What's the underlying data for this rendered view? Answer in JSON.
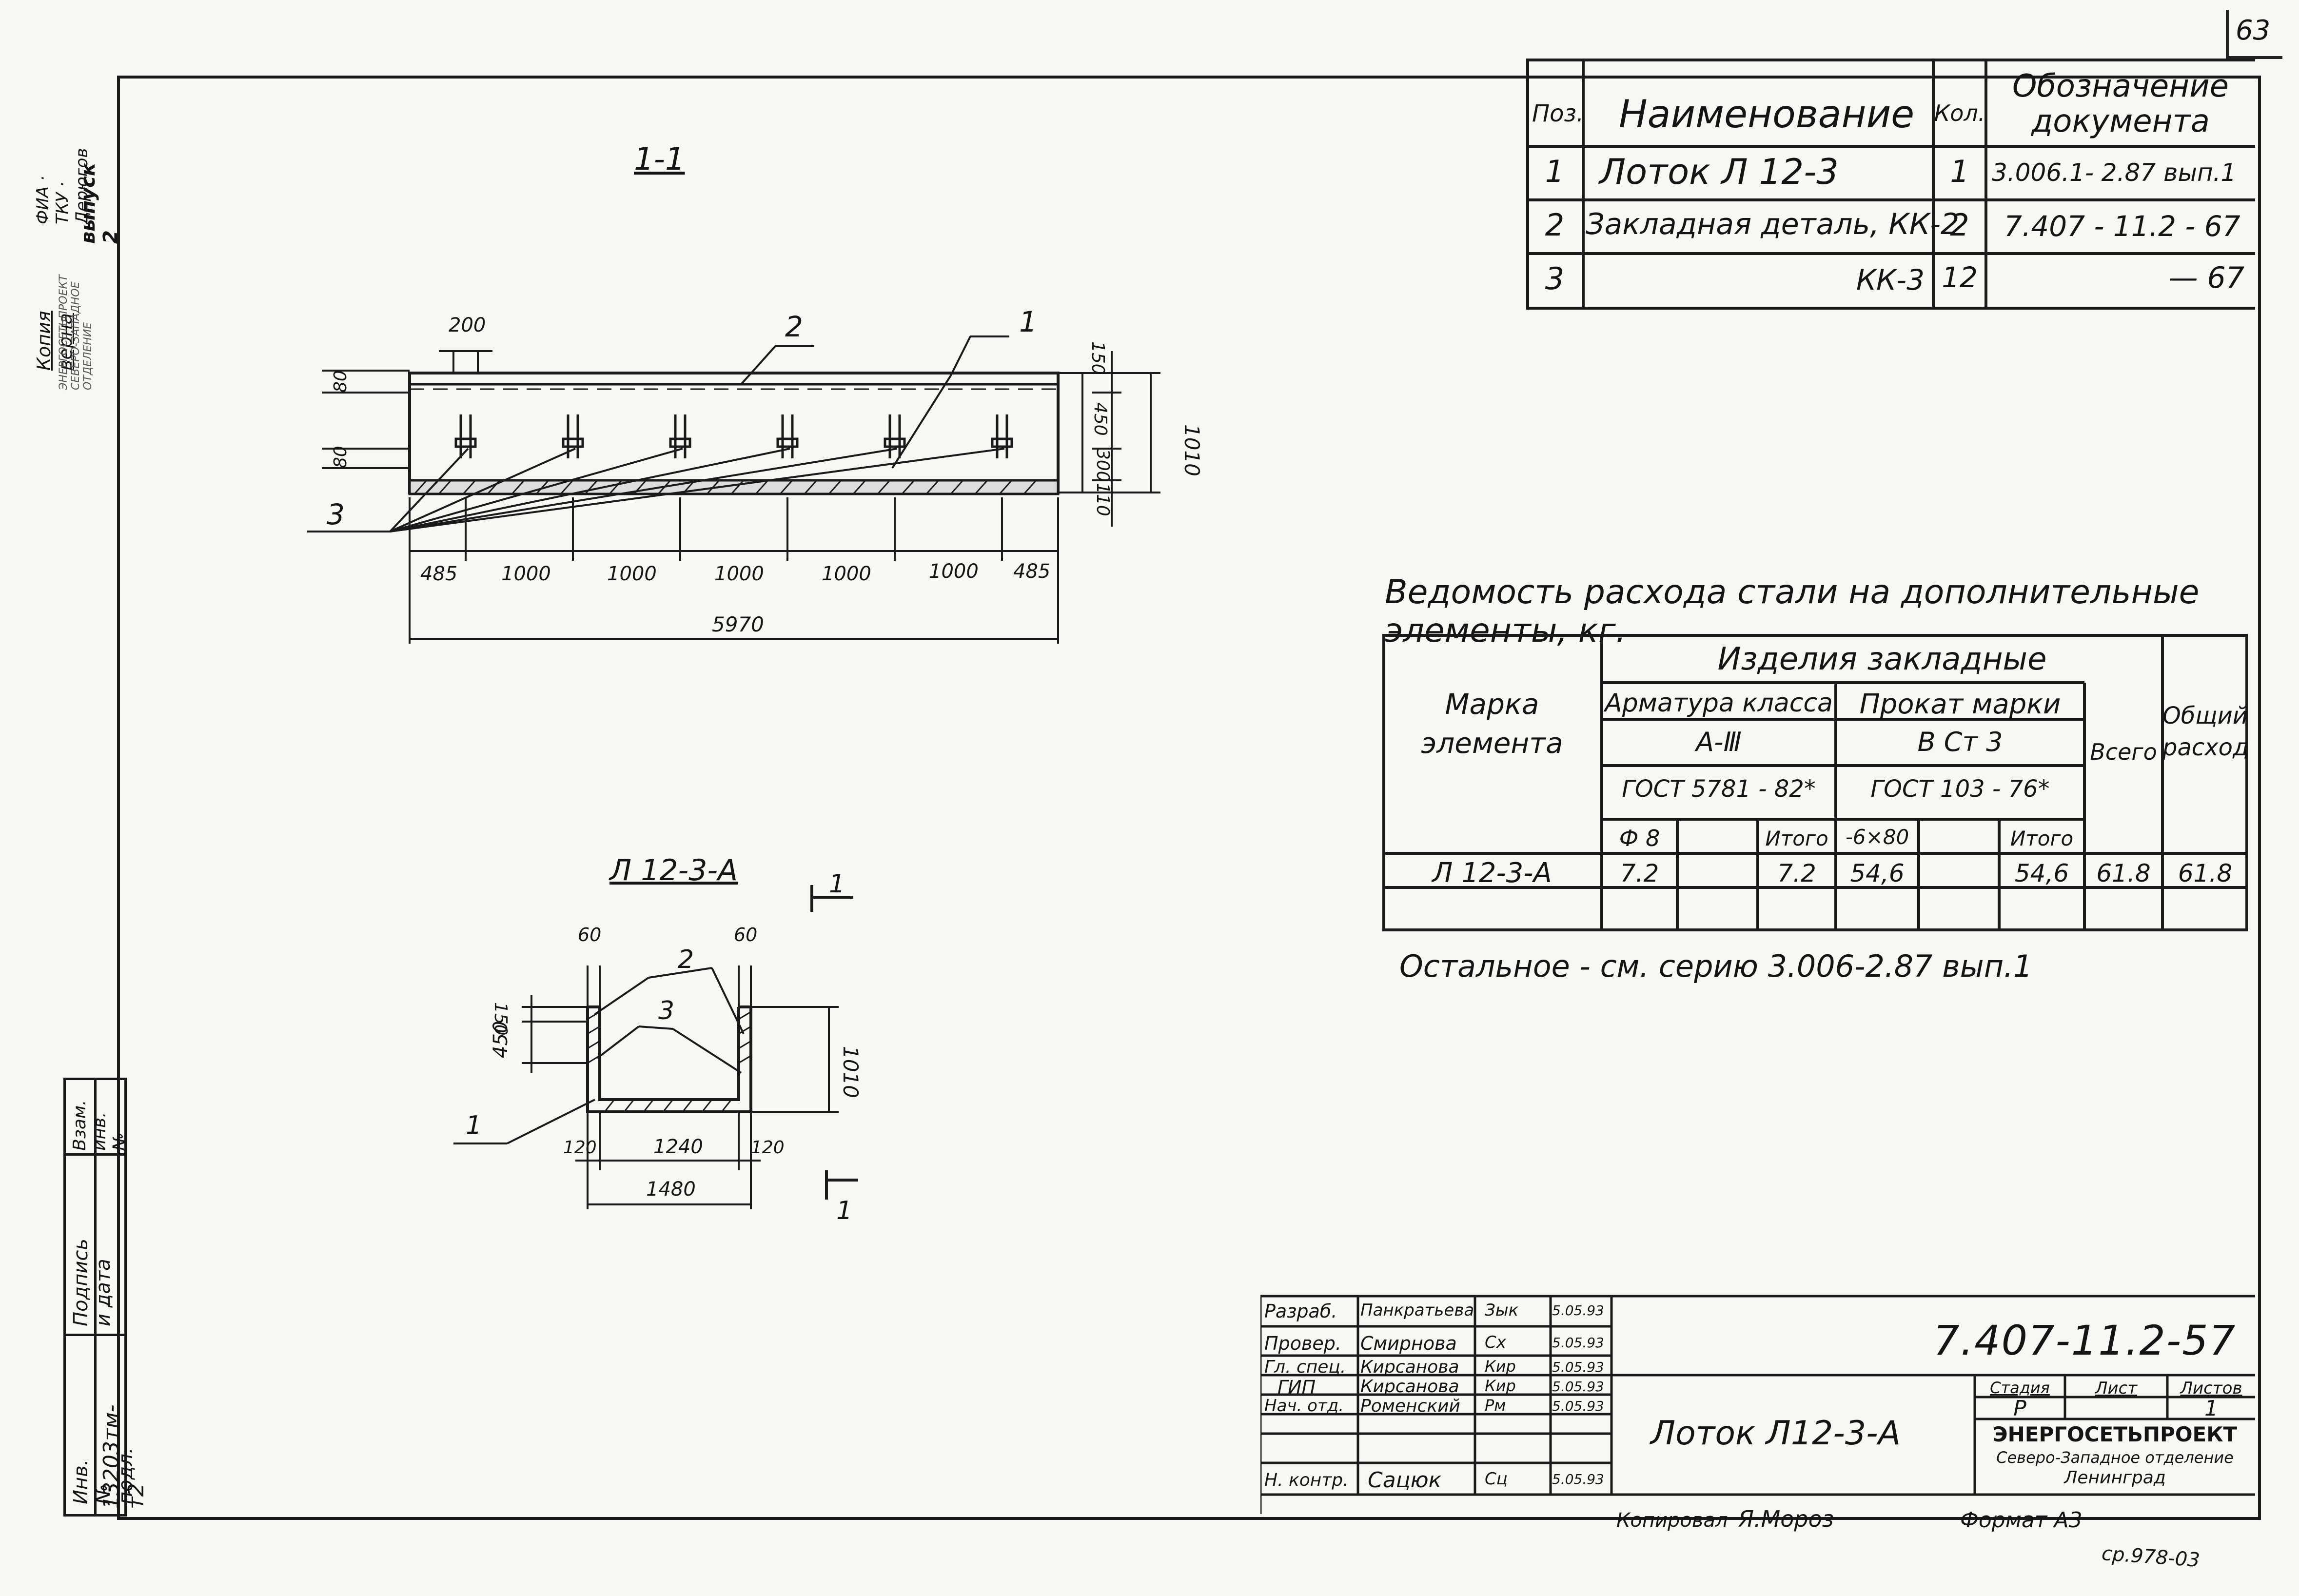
{
  "sheet": {
    "page_number": "63",
    "left_margin_title": "Копия верна",
    "left_margin_initials": "ФИА · ТКУ · Дерюгов",
    "left_margin_org": "ЭНЕРГОСЕТЬПРОЕКТ СЕВЕРО-ЗАПАДНОЕ ОТДЕЛЕНИЕ",
    "left_margin_issue": "выпуск 2"
  },
  "spec_table": {
    "headers": {
      "pos": "Поз.",
      "name": "Наименование",
      "qty": "Кол.",
      "doc_line1": "Обозначение",
      "doc_line2": "документа"
    },
    "rows": [
      {
        "pos": "1",
        "name": "Лоток   Л 12-3",
        "qty": "1",
        "doc": "3.006.1- 2.87  вып.1"
      },
      {
        "pos": "2",
        "name": "Закладная деталь, КК-2",
        "qty": "2",
        "doc": "7.407 - 11.2 - 67"
      },
      {
        "pos": "3",
        "name": "КК-3",
        "qty": "12",
        "doc": "— 67"
      }
    ]
  },
  "section_view": {
    "title": "1-1",
    "callouts": [
      "1",
      "2",
      "3"
    ],
    "dims_bottom": [
      "485",
      "1000",
      "1000",
      "1000",
      "1000",
      "1000",
      "485"
    ],
    "dim_total": "5970",
    "dim_top": "200",
    "dims_left": [
      "80",
      "80"
    ],
    "dims_right": [
      "150",
      "450",
      "300",
      "110"
    ],
    "dim_height": "1010"
  },
  "cross_section": {
    "title": "Л 12-3-А",
    "section_mark": "1",
    "callouts": [
      "1",
      "2",
      "3"
    ],
    "dims_top": [
      "60",
      "60"
    ],
    "dims_left": [
      "150",
      "450"
    ],
    "dim_height": "1010",
    "dims_bottom": [
      "120",
      "1240",
      "120"
    ],
    "dim_total": "1480"
  },
  "steel_table": {
    "title": "Ведомость расхода стали на дополнительные элементы, кг.",
    "mark_header_line1": "Марка",
    "mark_header_line2": "элемента",
    "group_header": "Изделия     закладные",
    "rebar_class_header": "Арматура класса",
    "rebar_class": "А-Ⅲ",
    "rebar_gost": "ГОСТ   5781 - 82*",
    "rolled_header": "Прокат   марки",
    "rolled_grade": "В Ст 3",
    "rolled_gost": "ГОСТ   103 - 76*",
    "total_header": "Всего",
    "overall_header_line1": "Общий",
    "overall_header_line2": "расход",
    "col_phi8": "Ф 8",
    "col_total_rebar": "Итого",
    "col_strip": "-6×80",
    "col_total_rolled": "Итого",
    "row": {
      "mark": "Л 12-3-А",
      "phi8": "7.2",
      "rebar_total": "7.2",
      "strip": "54,6",
      "rolled_total": "54,6",
      "total": "61.8",
      "overall": "61.8"
    },
    "note": "Остальное - см. серию 3.006-2.87 вып.1"
  },
  "side_stamp": {
    "labels": [
      "Инв.№ подл.",
      "Подпись и дата",
      "Взам. инв.№"
    ],
    "inv_number": "13203тм-т2"
  },
  "title_block": {
    "doc_code": "7.407-11.2-57",
    "drawing_name": "Лоток  Л12-3-А",
    "roles": [
      {
        "role": "Разраб.",
        "name": "Панкратьева",
        "sign": "Зык",
        "date": "5.05.93"
      },
      {
        "role": "Провер.",
        "name": "Смирнова",
        "sign": "Сх",
        "date": "5.05.93"
      },
      {
        "role": "Гл. спец.",
        "name": "Кирсанова",
        "sign": "Кир",
        "date": "5.05.93"
      },
      {
        "role": "ГИП",
        "name": "Кирсанова",
        "sign": "Кир",
        "date": "5.05.93"
      },
      {
        "role": "Нач. отд.",
        "name": "Роменский",
        "sign": "Рм",
        "date": "5.05.93"
      },
      {
        "role": "Н. контр.",
        "name": "Сацюк",
        "sign": "Сц",
        "date": "5.05.93"
      }
    ],
    "stage_label": "Стадия",
    "sheet_label": "Лист",
    "sheets_label": "Листов",
    "stage": "Р",
    "sheet": "",
    "sheets": "1",
    "org_line1": "ЭНЕРГОСЕТЬПРОЕКТ",
    "org_line2": "Северо-Западное отделение",
    "org_line3": "Ленинград",
    "copied_label": "Копировал",
    "copied_sign": "Я.Мороз",
    "format_label": "Формат А3",
    "footer_code": "ср.978-03"
  }
}
